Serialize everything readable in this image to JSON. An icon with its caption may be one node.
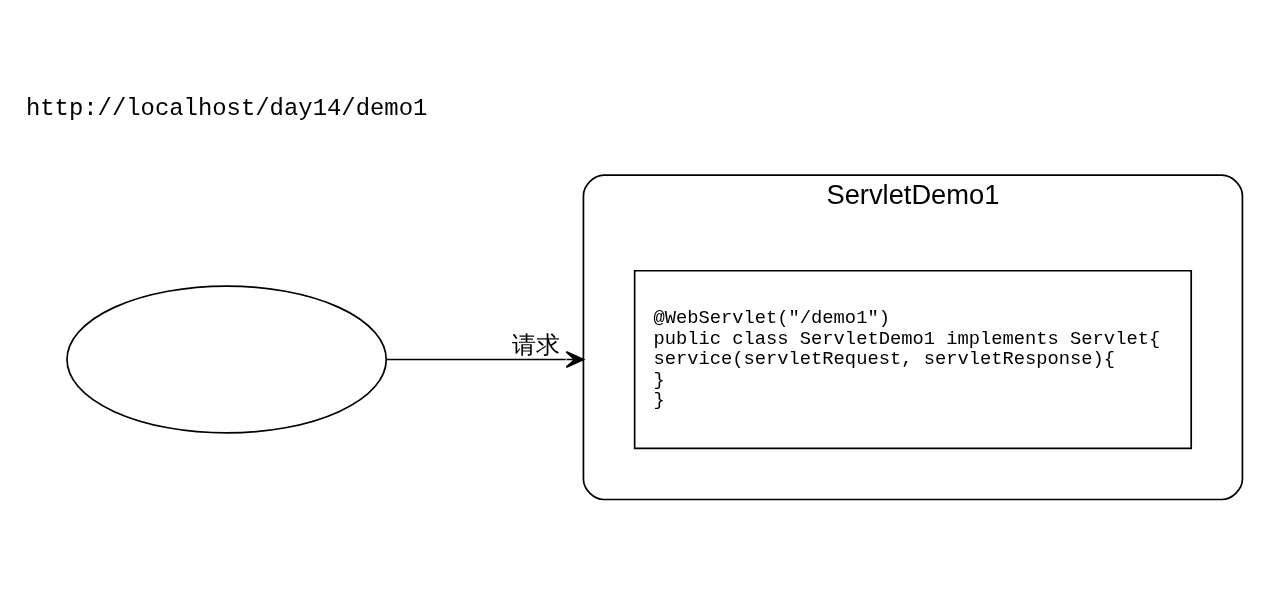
{
  "diagram": {
    "nodes": [
      {
        "text": [],
        "shape": "ellipse"
      },
      {
        "text": [
          "ServletDemo1"
        ]
      },
      {
        "text": [
          "@WebServlet(\"/demo1\")",
          "public class ServletDemo1 implements Servlet{",
          "service(servletRequest, servletResponse){",
          "}",
          "}"
        ],
        "in": 1
      }
    ],
    "edges": [
      {
        "from": 0,
        "to": 1,
        "arrow": "to",
        "label": "请求"
      }
    ],
    "labels": [
      "http://localhost/day14/demo1"
    ]
  }
}
